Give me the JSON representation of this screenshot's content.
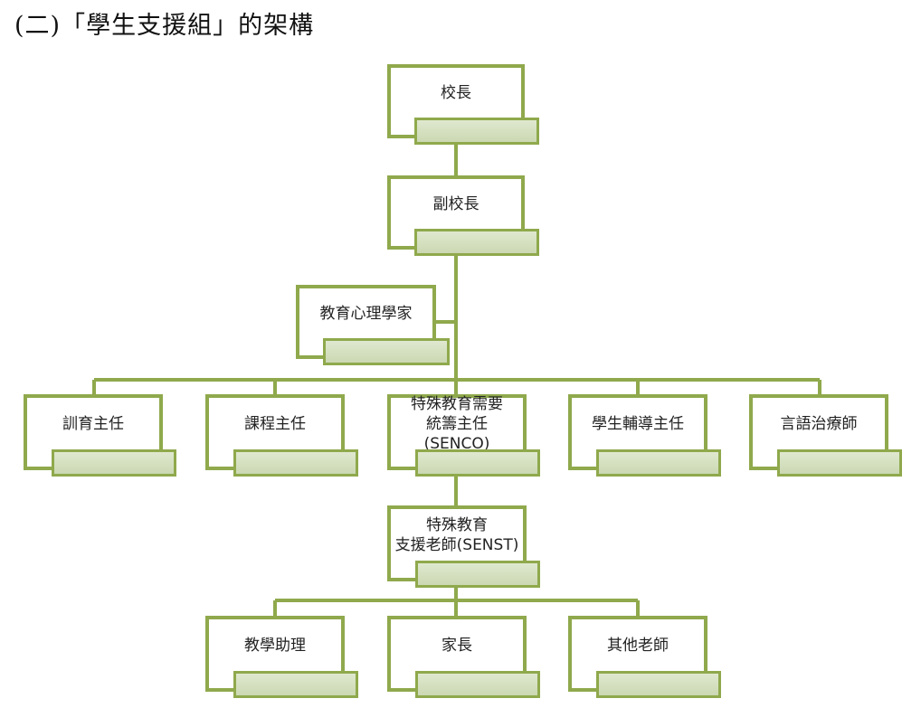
{
  "title": "(二)「學生支援組」的架構",
  "colors": {
    "border": "#8fa94c",
    "tab_fill": "#d4dfbf",
    "line": "#8fa94c"
  },
  "nodes": {
    "principal": "校長",
    "vice_principal": "副校長",
    "psychologist": "教育心理學家",
    "discipline": "訓育主任",
    "curriculum": "課程主任",
    "senco": "特殊教育需要\n統籌主任(SENCO)",
    "guidance": "學生輔導主任",
    "speech": "言語治療師",
    "senst": "特殊教育\n支援老師(SENST)",
    "ta": "教學助理",
    "parents": "家長",
    "other_teachers": "其他老師"
  }
}
